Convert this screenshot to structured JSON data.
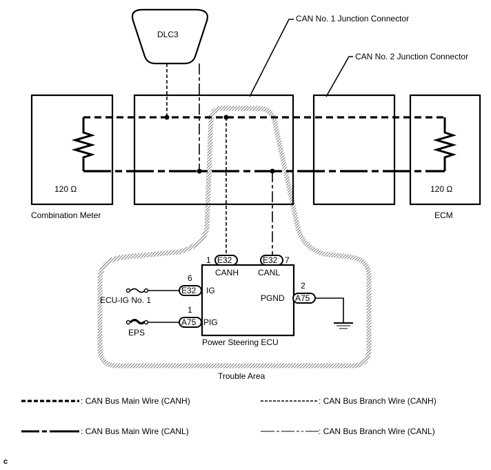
{
  "diagram": {
    "dlc": {
      "label": "DLC3"
    },
    "callouts": {
      "junction1": "CAN No. 1 Junction Connector",
      "junction2": "CAN No. 2 Junction Connector"
    },
    "combination_meter": {
      "name": "Combination Meter",
      "resistance": "120 Ω"
    },
    "ecm": {
      "name": "ECM",
      "resistance": "120 Ω"
    },
    "power_steering_ecu": {
      "name": "Power Steering ECU",
      "terminals": {
        "canh": "CANH",
        "canl": "CANL",
        "ig": "IG",
        "pig": "PIG",
        "pgnd": "PGND"
      },
      "connectors": [
        {
          "id": "E32",
          "pin": "1",
          "terminal": "CANH"
        },
        {
          "id": "E32",
          "pin": "7",
          "terminal": "CANL"
        },
        {
          "id": "E32",
          "pin": "6",
          "terminal": "IG"
        },
        {
          "id": "A75",
          "pin": "1",
          "terminal": "PIG"
        },
        {
          "id": "A75",
          "pin": "2",
          "terminal": "PGND"
        }
      ]
    },
    "fuses": {
      "ecu_ig": "ECU-IG No. 1",
      "eps": "EPS"
    },
    "trouble_area": "Trouble Area"
  },
  "legend": [
    {
      "style": "main-canh",
      "label": ": CAN Bus Main Wire (CANH)"
    },
    {
      "style": "main-canl",
      "label": ": CAN Bus Main Wire (CANL)"
    },
    {
      "style": "branch-canh",
      "label": ": CAN Bus Branch Wire (CANH)"
    },
    {
      "style": "branch-canl",
      "label": ": CAN Bus Branch Wire (CANL)"
    }
  ],
  "footer_code": "c"
}
